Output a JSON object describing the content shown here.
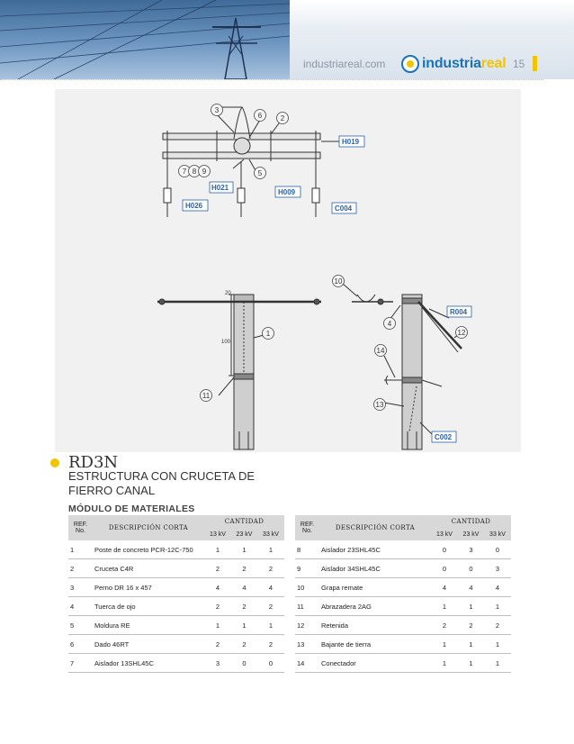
{
  "header": {
    "site_url": "industriareal.com",
    "logo_main": "industria",
    "logo_accent": "real",
    "page_number": "15"
  },
  "colors": {
    "accent_yellow": "#f2c500",
    "brand_blue": "#1a74b9",
    "label_blue": "#2a62a8"
  },
  "drawing": {
    "top_view_labels": [
      "3",
      "6",
      "2",
      "7",
      "8",
      "9",
      "5",
      "H019",
      "H021",
      "H009",
      "H026",
      "C004"
    ],
    "side_view_labels": [
      "20",
      "100",
      "1",
      "11",
      "10",
      "4",
      "R004",
      "12",
      "14",
      "13",
      "C002"
    ]
  },
  "structure": {
    "code": "RD3N",
    "title": "ESTRUCTURA CON CRUCETA DE FIERRO CANAL"
  },
  "materials": {
    "heading": "MÓDULO DE MATERIALES",
    "columns": {
      "ref": "REF. No.",
      "desc": "DESCRIPCIÓN CORTA",
      "qty": "CANTIDAD",
      "kv13": "13 kV",
      "kv23": "23 kV",
      "kv33": "33 kV"
    },
    "left_rows": [
      {
        "ref": "1",
        "desc": "Poste de concreto PCR-12C-750",
        "kv13": "1",
        "kv23": "1",
        "kv33": "1"
      },
      {
        "ref": "2",
        "desc": "Cruceta C4R",
        "kv13": "2",
        "kv23": "2",
        "kv33": "2"
      },
      {
        "ref": "3",
        "desc": "Perno DR 16 x 457",
        "kv13": "4",
        "kv23": "4",
        "kv33": "4"
      },
      {
        "ref": "4",
        "desc": "Tuerca de ojo",
        "kv13": "2",
        "kv23": "2",
        "kv33": "2"
      },
      {
        "ref": "5",
        "desc": "Moldura RE",
        "kv13": "1",
        "kv23": "1",
        "kv33": "1"
      },
      {
        "ref": "6",
        "desc": "Dado 46RT",
        "kv13": "2",
        "kv23": "2",
        "kv33": "2"
      },
      {
        "ref": "7",
        "desc": "Aislador 13SHL45C",
        "kv13": "3",
        "kv23": "0",
        "kv33": "0"
      }
    ],
    "right_rows": [
      {
        "ref": "8",
        "desc": "Aislador 23SHL45C",
        "kv13": "0",
        "kv23": "3",
        "kv33": "0"
      },
      {
        "ref": "9",
        "desc": "Aislador 34SHL45C",
        "kv13": "0",
        "kv23": "0",
        "kv33": "3"
      },
      {
        "ref": "10",
        "desc": "Grapa remate",
        "kv13": "4",
        "kv23": "4",
        "kv33": "4"
      },
      {
        "ref": "11",
        "desc": "Abrazadera 2AG",
        "kv13": "1",
        "kv23": "1",
        "kv33": "1"
      },
      {
        "ref": "12",
        "desc": "Retenida",
        "kv13": "2",
        "kv23": "2",
        "kv33": "2"
      },
      {
        "ref": "13",
        "desc": "Bajante de tierra",
        "kv13": "1",
        "kv23": "1",
        "kv33": "1"
      },
      {
        "ref": "14",
        "desc": "Conectador",
        "kv13": "1",
        "kv23": "1",
        "kv33": "1"
      }
    ]
  }
}
